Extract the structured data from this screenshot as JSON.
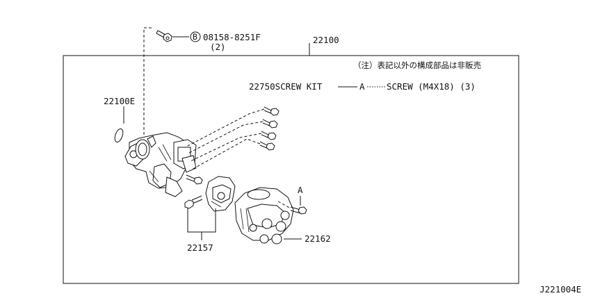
{
  "labels": {
    "bolt_ref": "08158-8251F",
    "bolt_circle": "B",
    "bolt_qty": "(2)",
    "assembly": "22100",
    "note": "（注）表記以外の構成部品は非販売",
    "screw_kit": "22750SCREW KIT",
    "ref_a": "A",
    "screw_spec": "SCREW (M4X18) (3)",
    "oring": "22100E",
    "a_marker": "A",
    "rotor_part": "22157",
    "cap_part": "22162",
    "diagram_id": "J221004E"
  }
}
